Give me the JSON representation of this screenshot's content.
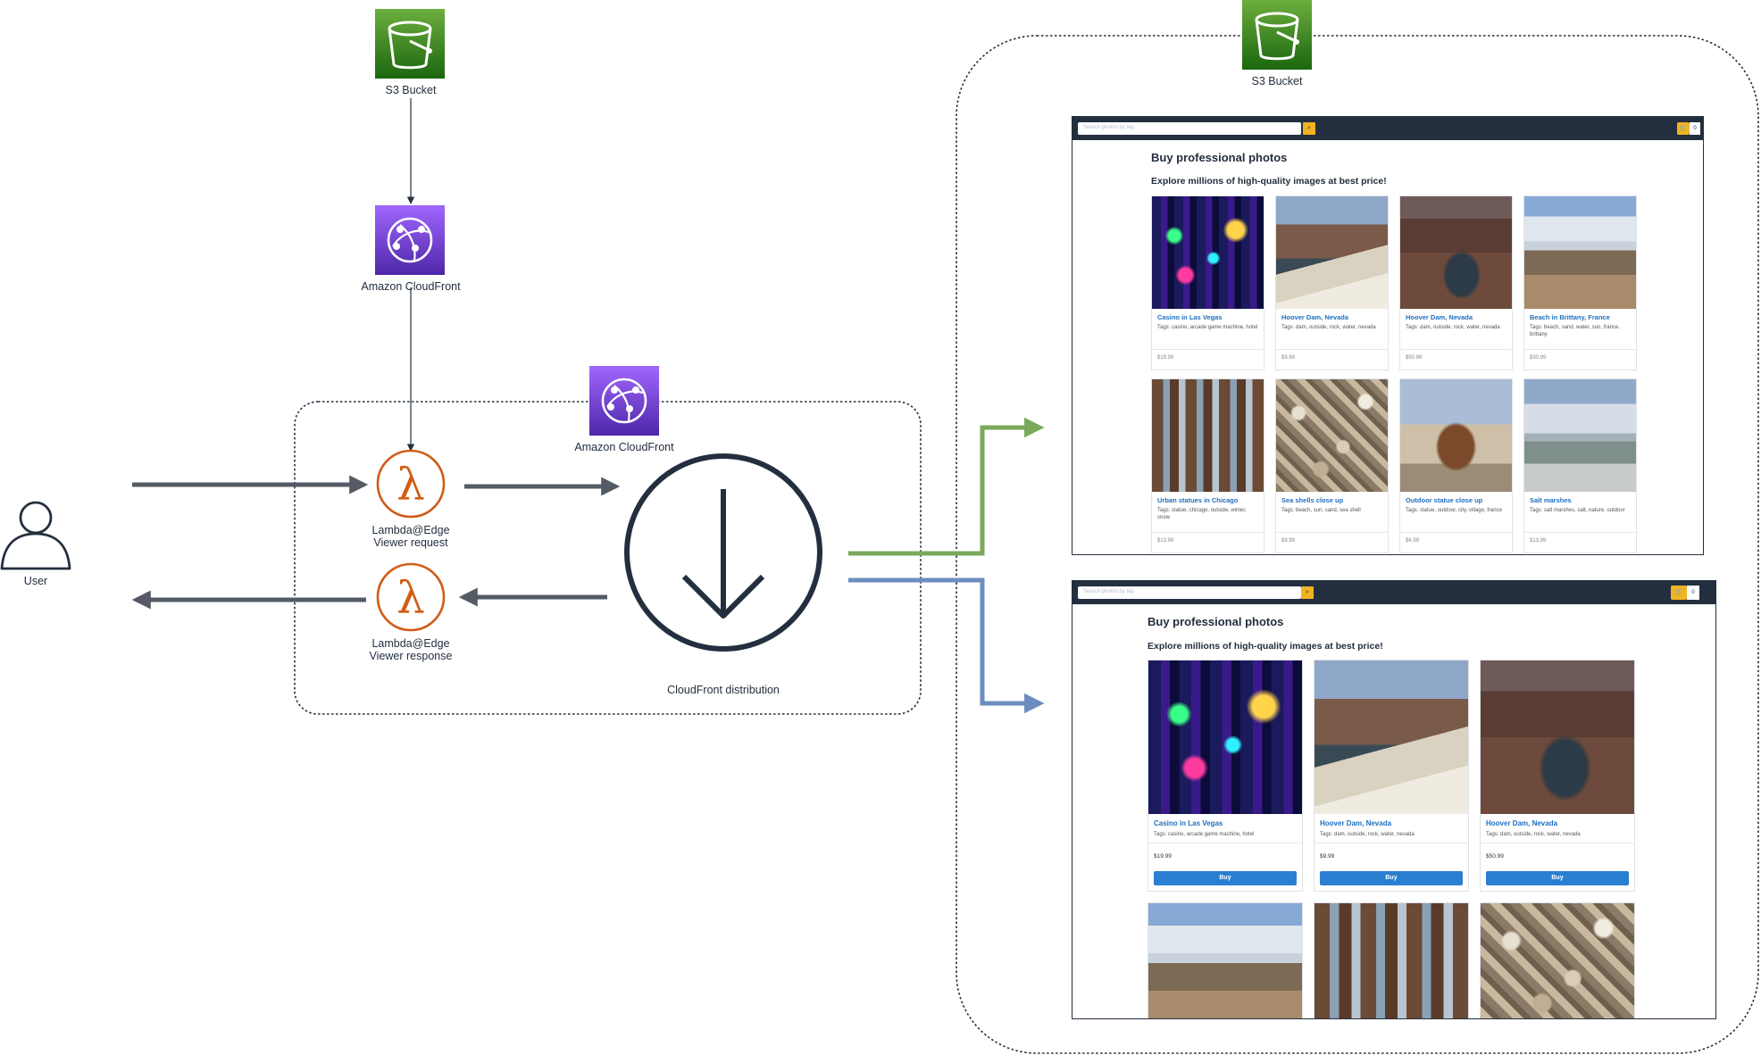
{
  "labels": {
    "s3_top": "S3 Bucket",
    "cloudfront_top": "Amazon CloudFront",
    "cloudfront_mid": "Amazon CloudFront",
    "lambda_request": [
      "Lambda@Edge",
      "Viewer request"
    ],
    "lambda_response": [
      "Lambda@Edge",
      "Viewer response"
    ],
    "distribution": "CloudFront distribution",
    "user": "User",
    "s3_right": "S3 Bucket"
  },
  "colors": {
    "dark": "#232f3e",
    "s3_green": "#3f8624",
    "cloudfront_purple": "#8c4fff",
    "lambda_orange": "#d05c17",
    "arrow_gray": "#545b64",
    "arrow_green": "#7aa95c",
    "arrow_blue": "#6c8ebf",
    "accent_yellow": "#f0b323",
    "link_blue": "#1f6fbf",
    "buy_blue": "#2b7fd2"
  },
  "icons": {
    "s3": "bucket-icon",
    "cloudfront": "globe-network-icon",
    "lambda": "lambda-icon",
    "distribution": "download-circle-icon",
    "user": "user-icon"
  },
  "store": {
    "search_placeholder": "Search photos by tag",
    "cart_count": "0",
    "heading": "Buy professional photos",
    "subheading": "Explore millions of high-quality images at best price!",
    "buy_label": "Buy"
  },
  "products": [
    {
      "title": "Casino in Las Vegas",
      "tags": "Tags: casino, arcade game machine, hotel",
      "price": "$19.99",
      "photo": "casino"
    },
    {
      "title": "Hoover Dam, Nevada",
      "tags": "Tags: dam, outside, rock, water, nevada",
      "price": "$9.99",
      "photo": "dam1"
    },
    {
      "title": "Hoover Dam, Nevada",
      "tags": "Tags: dam, outside, rock, water, nevada",
      "price": "$50.99",
      "photo": "dam2"
    },
    {
      "title": "Beach in Brittany, France",
      "tags": "Tags: beach, sand, water, sun, france, brittany",
      "price": "$30.99",
      "photo": "beach"
    },
    {
      "title": "Urban statues in Chicago",
      "tags": "Tags: statue, chicago, outside, winter, snow",
      "price": "$13.99",
      "photo": "statues"
    },
    {
      "title": "Sea shells close up",
      "tags": "Tags: beach, sun, sand, sea shell",
      "price": "$9.99",
      "photo": "shells"
    },
    {
      "title": "Outdoor statue close up",
      "tags": "Tags: statue, outdoor, city, village, france",
      "price": "$6.99",
      "photo": "outdoor"
    },
    {
      "title": "Salt marshes",
      "tags": "Tags: salt marshes, salt, nature, outdoor",
      "price": "$13.99",
      "photo": "salt"
    }
  ],
  "desktop_view": {
    "tags": [
      "Tags: casino, arcade game machine, hotel",
      "Tags: dam, outside, rock, water, nevada",
      "Tags: dam, outside, rock, water, nevada"
    ],
    "lower_photos": [
      "beach",
      "statues",
      "shells"
    ]
  }
}
